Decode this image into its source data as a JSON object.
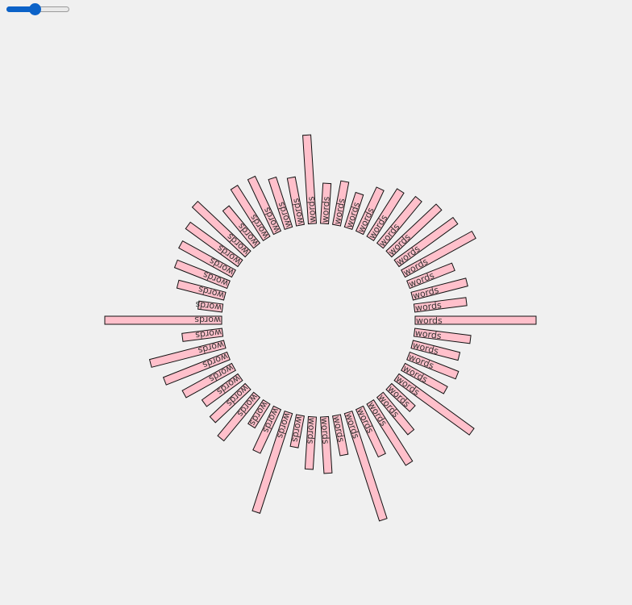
{
  "slider": {
    "value": 0.45
  },
  "colors": {
    "bar_fill": "#ffc0cb",
    "bar_stroke": "#111111",
    "slider_accent": "#0b62c8",
    "background": "#f0f0f0"
  },
  "chart_data": {
    "type": "bar",
    "layout": "radial",
    "start_direction": "right",
    "direction": "clockwise",
    "label_text": "words",
    "values": [
      150,
      70,
      60,
      65,
      60,
      115,
      40,
      60,
      90,
      65,
      140,
      50,
      70,
      65,
      40,
      130,
      60,
      35,
      70,
      60,
      55,
      70,
      85,
      95,
      50,
      145,
      30,
      60,
      70,
      75,
      80,
      90,
      60,
      75,
      75,
      65,
      60,
      110,
      50,
      55,
      45,
      60,
      70,
      75,
      85,
      90,
      100,
      60,
      70,
      65
    ]
  }
}
